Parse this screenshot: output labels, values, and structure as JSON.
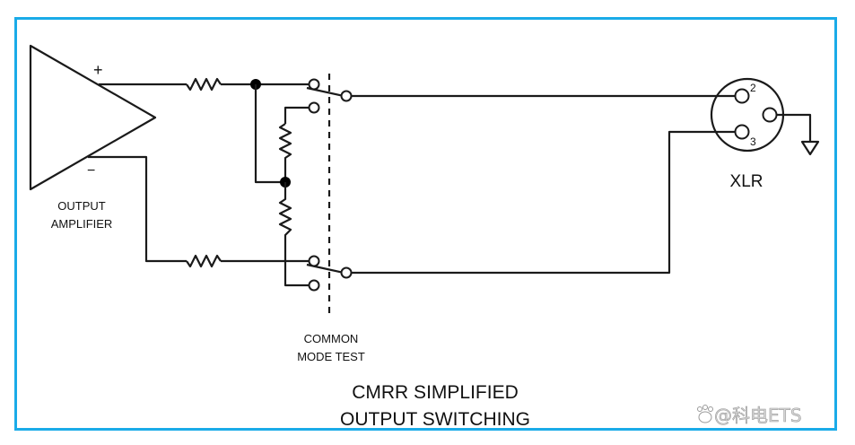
{
  "diagram": {
    "title_line1": "CMRR SIMPLIFIED",
    "title_line2": "OUTPUT SWITCHING",
    "amplifier": {
      "label_line1": "OUTPUT",
      "label_line2": "AMPLIFIER",
      "plus_sign": "+",
      "minus_sign": "−"
    },
    "switch": {
      "label_line1": "COMMON",
      "label_line2": "MODE TEST"
    },
    "connector": {
      "label": "XLR",
      "pin2": "2",
      "pin3": "3"
    },
    "colors": {
      "frame_border": "#1aabe8",
      "line": "#1a1a1a"
    }
  },
  "watermark": {
    "icon": "paw-icon",
    "text": "@科电ETS"
  }
}
